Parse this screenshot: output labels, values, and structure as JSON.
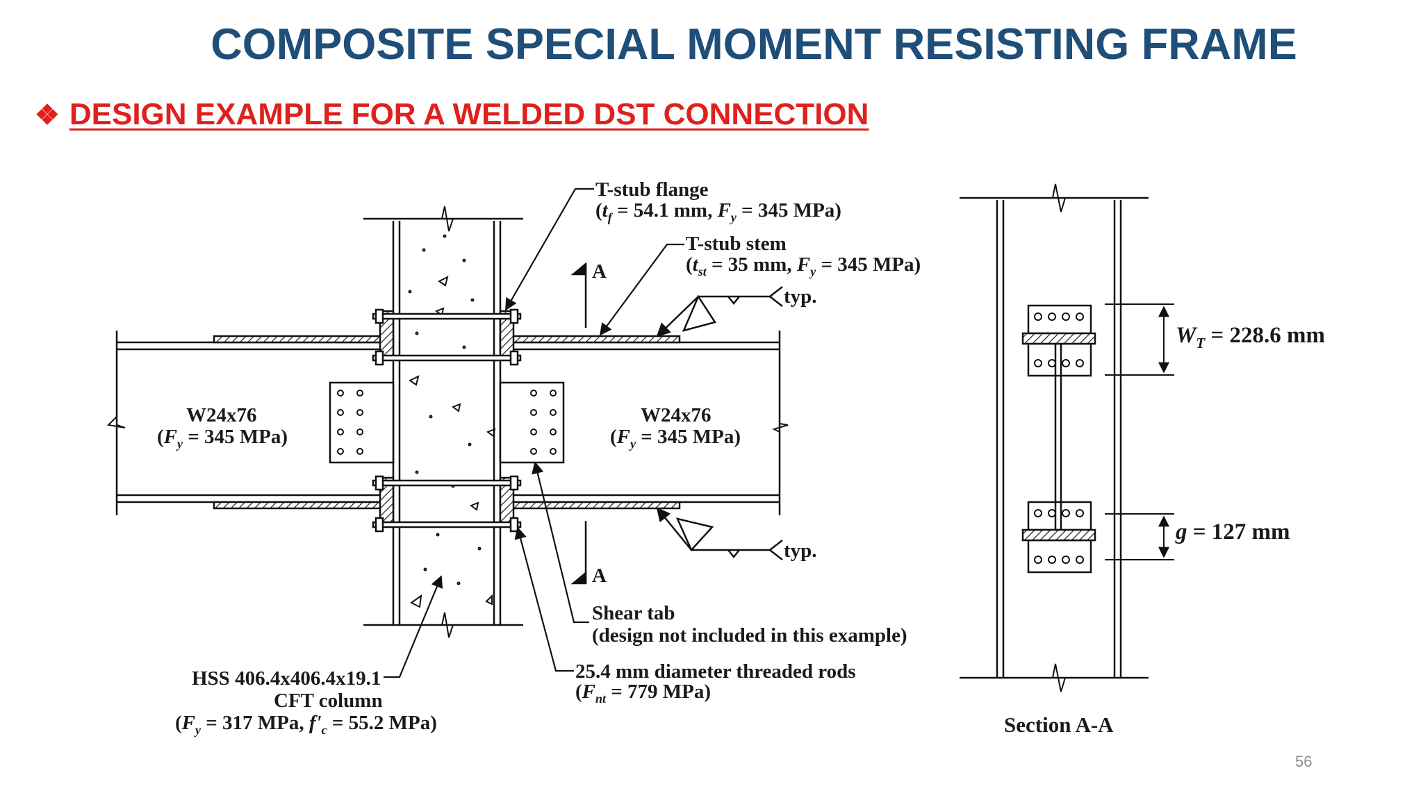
{
  "slide": {
    "title": "COMPOSITE SPECIAL MOMENT RESISTING FRAME",
    "subtitle_bullet": "❖",
    "subtitle": "DESIGN EXAMPLE FOR A WELDED DST CONNECTION",
    "page_number": "56"
  },
  "diagram": {
    "tstub_flange": [
      "T-stub flange",
      "(t_f = 54.1 mm, F_y = 345 MPa)"
    ],
    "tstub_stem": [
      "T-stub stem",
      "(t_st = 35 mm, F_y = 345 MPa)"
    ],
    "typ_top": "typ.",
    "typ_bottom": "typ.",
    "section_mark_top": "A",
    "section_mark_bottom": "A",
    "beam_left": [
      "W24x76",
      "(F_y = 345 MPa)"
    ],
    "beam_right": [
      "W24x76",
      "(F_y = 345 MPa)"
    ],
    "shear_tab": [
      "Shear tab",
      "(design not included in this example)"
    ],
    "threaded_rods": [
      "25.4 mm diameter threaded rods",
      "(F_nt = 779 MPa)"
    ],
    "column": [
      "HSS 406.4x406.4x19.1",
      "CFT column",
      "(F_y = 317 MPa, f'c = 55.2 MPa)"
    ],
    "wt_dim": "W_T = 228.6 mm",
    "g_dim": "g = 127 mm",
    "section_label": "Section A-A"
  }
}
